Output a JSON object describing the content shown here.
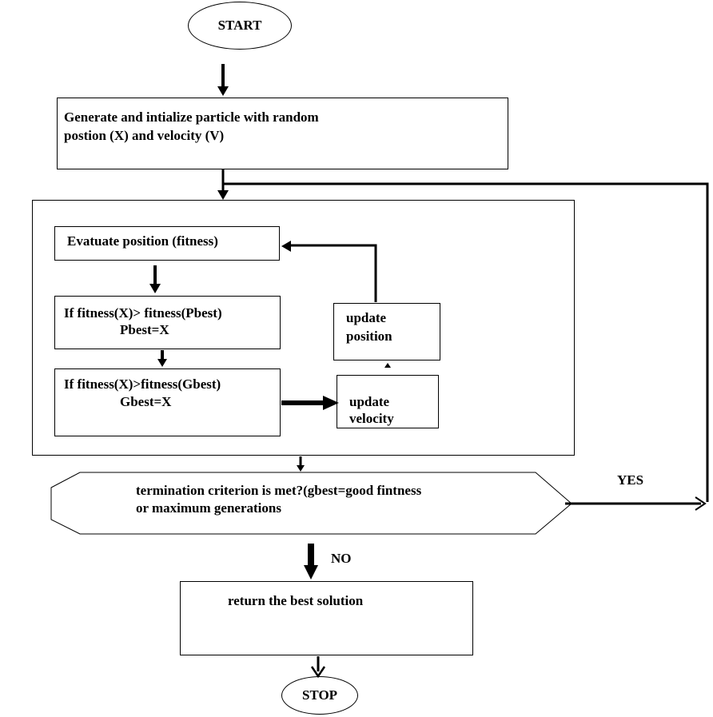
{
  "diagram": {
    "start": "START",
    "init": {
      "line1": "Generate and intialize particle with random",
      "line2": "postion (X) and velocity (V)"
    },
    "evaluate": "Evatuate position (fitness)",
    "pbest": {
      "line1": "If fitness(X)> fitness(Pbest)",
      "line2": "Pbest=X"
    },
    "gbest": {
      "line1": "If fitness(X)>fitness(Gbest)",
      "line2": "Gbest=X"
    },
    "update_position": {
      "line1": "update",
      "line2": "position"
    },
    "update_velocity": {
      "line1": "update",
      "line2": "velocity"
    },
    "termination": {
      "line1": "termination criterion is met?(gbest=good fintness",
      "line2": "or maximum generations"
    },
    "yes_label": "YES",
    "no_label": "NO",
    "return_best": "return the best solution",
    "stop": "STOP"
  }
}
